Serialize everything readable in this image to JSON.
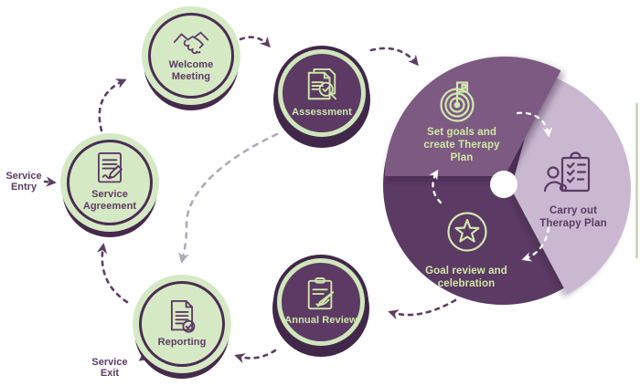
{
  "background": "#ffffff",
  "palette": {
    "dark_purple": "#5b3a63",
    "deep_purple_ring": "#41284a",
    "medium_purple": "#7d5a82",
    "lavender": "#c9b8d0",
    "light_green_fill": "#d6e9c5",
    "light_green_text": "#cfe8a6",
    "arrow_purple": "#5e3d66",
    "arrow_light": "#b2a7bd",
    "edge_accent_green": "#c3d4b4"
  },
  "entry": {
    "label_lines": [
      "Service",
      "Entry"
    ]
  },
  "exit": {
    "label_lines": [
      "Service",
      "Exit"
    ]
  },
  "nodes": {
    "welcome": {
      "label": "Welcome Meeting",
      "icon": "handshake-icon",
      "style": "green"
    },
    "service_agreement": {
      "label": "Service Agreement",
      "icon": "document-signature-icon",
      "style": "green"
    },
    "reporting": {
      "label": "Reporting",
      "icon": "document-check-icon",
      "style": "green"
    },
    "assessment": {
      "label": "Assessment",
      "icon": "documents-magnifier-icon",
      "style": "dark"
    },
    "annual_review": {
      "label": "Annual Review",
      "icon": "clipboard-pen-icon",
      "style": "dark"
    }
  },
  "cycle": {
    "set_goals": {
      "label": "Set goals and create Therapy Plan",
      "lines": [
        "Set goals and",
        "create Therapy",
        "Plan"
      ],
      "icon": "target-flag-icon"
    },
    "carry_out": {
      "label": "Carry out Therapy Plan",
      "lines": [
        "Carry out",
        "Therapy Plan"
      ],
      "icon": "person-checklist-icon"
    },
    "goal_review": {
      "label": "Goal review and celebration",
      "lines": [
        "Goal review and",
        "celebration"
      ],
      "icon": "star-icon"
    }
  }
}
